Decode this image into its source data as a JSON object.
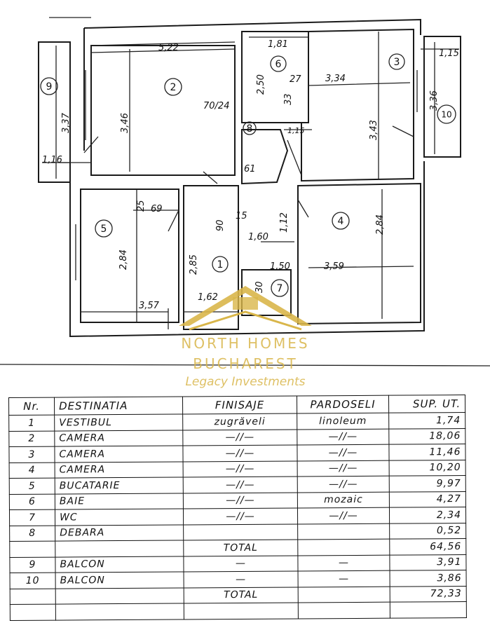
{
  "plan": {
    "rooms": [
      "1",
      "2",
      "3",
      "4",
      "5",
      "6",
      "7",
      "8",
      "9",
      "10"
    ],
    "dimensions": [
      "5,22",
      "1,81",
      "1,15",
      "3,34",
      "2,50",
      "27",
      "33",
      "3,43",
      "3,36",
      "3,37",
      "3,46",
      "70/24",
      "1,15",
      "61",
      "1,16",
      "25",
      "69",
      "2,84",
      "2,85",
      "90",
      "15",
      "1,12",
      "1,60",
      "1,50",
      "3,59",
      "2,84",
      "3,57",
      "1,62",
      "30"
    ]
  },
  "watermark": {
    "script": "Legacy Investments",
    "line1": "NORTH HOMES",
    "line2": "BUCHAREST",
    "color": "#d9b64a"
  },
  "table": {
    "headers": [
      "Nr.",
      "DESTINATIA",
      "FINISAJE",
      "PARDOSELI",
      "SUP. UT."
    ],
    "rows": [
      [
        "1",
        "VESTIBUL",
        "zugrăveli",
        "linoleum",
        "1,74"
      ],
      [
        "2",
        "CAMERA",
        "—//—",
        "—//—",
        "18,06"
      ],
      [
        "3",
        "CAMERA",
        "—//—",
        "—//—",
        "11,46"
      ],
      [
        "4",
        "CAMERA",
        "—//—",
        "—//—",
        "10,20"
      ],
      [
        "5",
        "BUCATARIE",
        "—//—",
        "—//—",
        "9,97"
      ],
      [
        "6",
        "BAIE",
        "—//—",
        "mozaic",
        "4,27"
      ],
      [
        "7",
        "WC",
        "—//—",
        "—//—",
        "2,34"
      ],
      [
        "8",
        "DEBARA",
        "",
        "",
        "0,52"
      ],
      [
        "",
        "",
        "TOTAL",
        "",
        "64,56"
      ],
      [
        "9",
        "BALCON",
        "—",
        "—",
        "3,91"
      ],
      [
        "10",
        "BALCON",
        "—",
        "—",
        "3,86"
      ],
      [
        "",
        "",
        "TOTAL",
        "",
        "72,33"
      ],
      [
        "",
        "",
        "",
        "",
        ""
      ]
    ]
  }
}
